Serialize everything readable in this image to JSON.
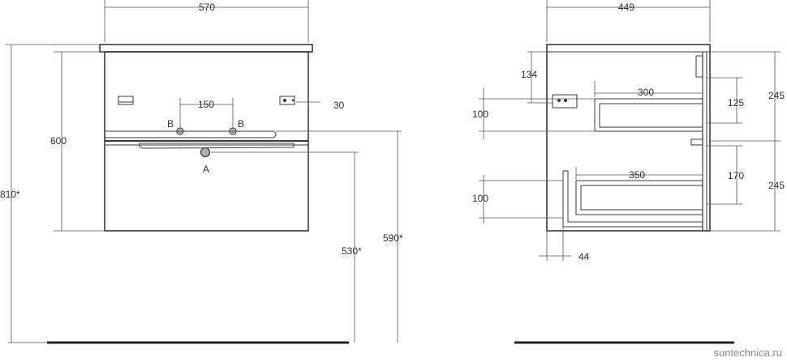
{
  "colors": {
    "line": "#3a3a3a",
    "thin": "#555555",
    "floor": "#222222",
    "knob": "#9a9a9a"
  },
  "front_view": {
    "dims": {
      "width": "570",
      "height_cabinet": "600",
      "height_total": "810*",
      "hole_spacing": "150",
      "side_offset": "30",
      "height_530": "530*",
      "height_590": "590*"
    },
    "labels": {
      "handle": "A",
      "hole_left": "B",
      "hole_right": "B"
    }
  },
  "side_view": {
    "dims": {
      "depth": "449",
      "top_offset": "134",
      "upper_gap": "100",
      "upper_drawer_depth": "300",
      "upper_drawer_height": "125",
      "upper_section": "245",
      "lower_gap": "100",
      "lower_drawer_depth": "350",
      "lower_drawer_height": "170",
      "lower_section": "245",
      "bottom_offset": "44"
    }
  },
  "watermark": "suntechnica.ru"
}
